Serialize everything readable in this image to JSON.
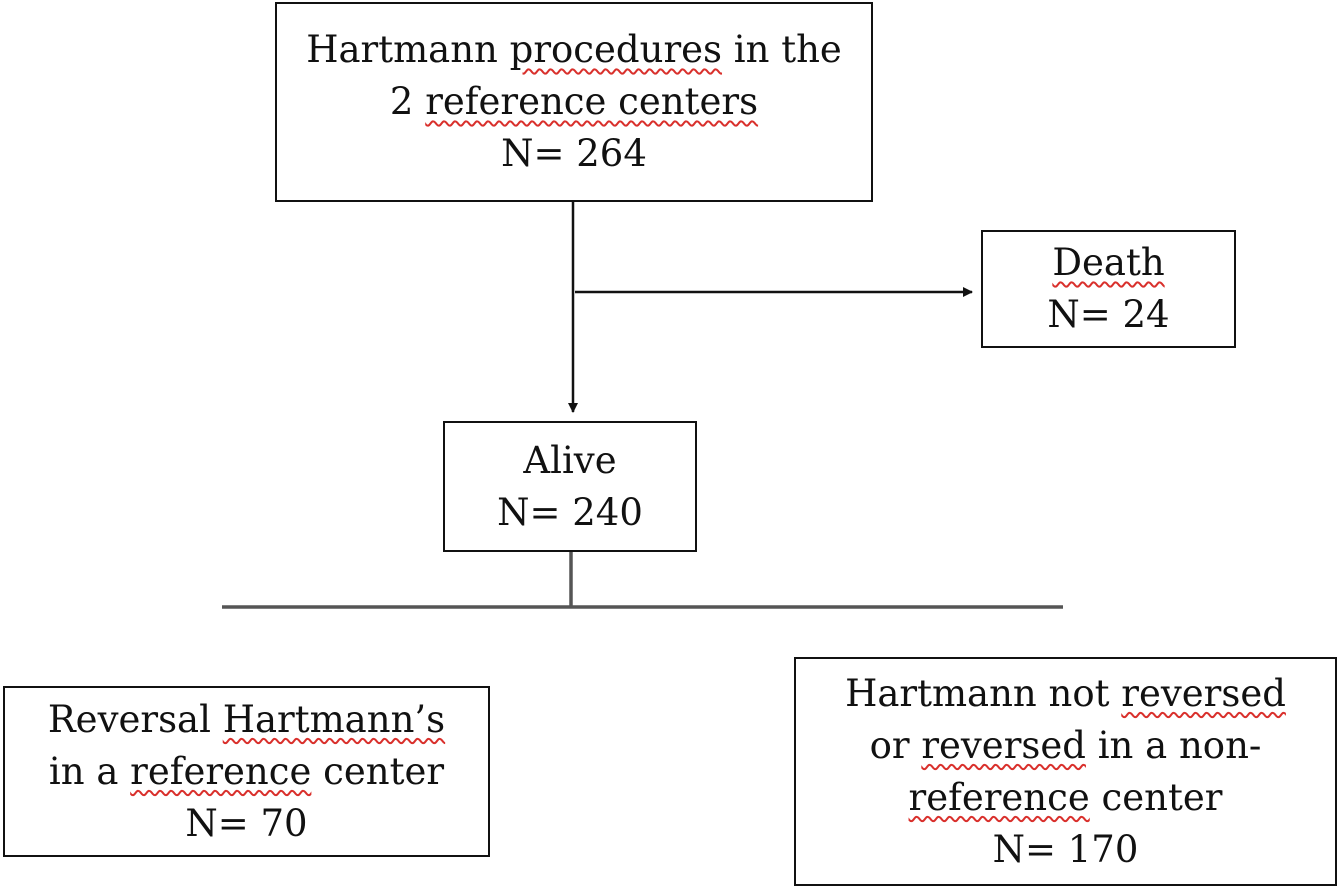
{
  "boxes": {
    "total": {
      "line1": {
        "a": "Hartmann ",
        "b": "procedures",
        "c": " in the"
      },
      "line2": {
        "a": "2 ",
        "b": "reference centers"
      },
      "count": "N= 264"
    },
    "death": {
      "label": "Death",
      "count": "N= 24"
    },
    "alive": {
      "label": "Alive",
      "count": "N= 240"
    },
    "reversal": {
      "line1": {
        "a": "Reversal ",
        "b": "Hartmann’s"
      },
      "line2": {
        "a": "in a ",
        "b": "reference",
        "c": " center"
      },
      "count": "N= 70"
    },
    "not_reversed": {
      "line1": {
        "a": "Hartmann not ",
        "b": "reversed"
      },
      "line2": {
        "a": "or ",
        "b": "reversed",
        "c": " in a non-"
      },
      "line3": {
        "a": "reference",
        "b": " center"
      },
      "count": "N= 170"
    }
  }
}
